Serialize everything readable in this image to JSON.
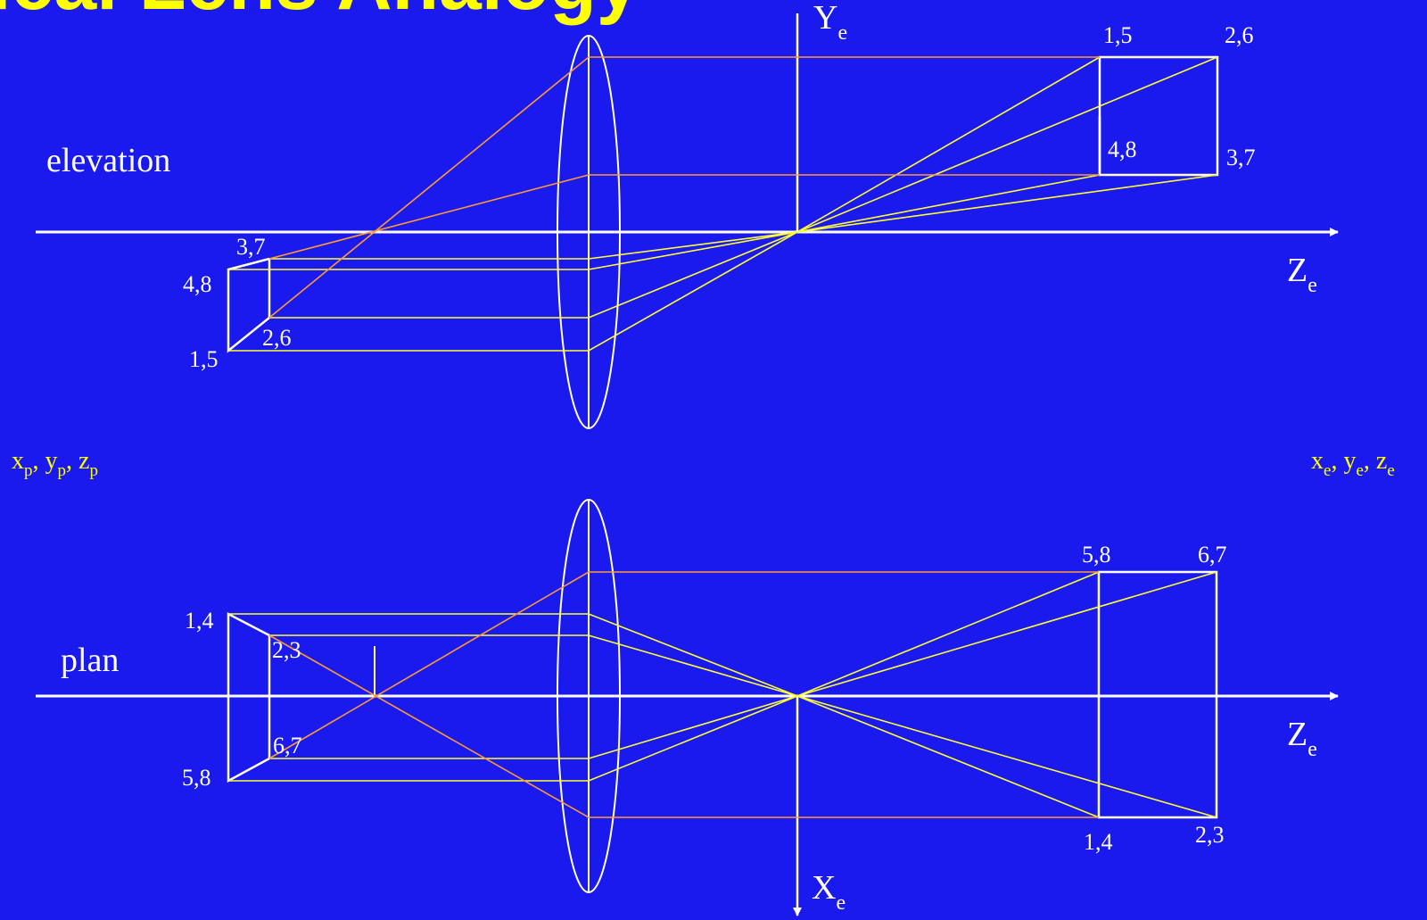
{
  "slide": {
    "title": "tical Lens Analogy",
    "background": "#1a1aef"
  },
  "colors": {
    "axis": "#ffffff",
    "ray_yellow": "#ffff33",
    "ray_orange": "#ff9933",
    "label_yellow": "#ffff00"
  },
  "diagram": {
    "elevation_label": "elevation",
    "plan_label": "plan",
    "axes": {
      "y_e": {
        "main": "Y",
        "sub": "e"
      },
      "x_e": {
        "main": "X",
        "sub": "e"
      },
      "z_e": {
        "main": "Z",
        "sub": "e"
      }
    },
    "coords_left": {
      "x": "x",
      "y": "y",
      "z": "z",
      "sub": "p",
      "sep": ", "
    },
    "coords_right": {
      "x": "x",
      "y": "y",
      "z": "z",
      "sub": "e",
      "sep": ", "
    },
    "elevation": {
      "obj_labels": [
        "3,7",
        "4,8",
        "2,6",
        "1,5"
      ],
      "img_labels": [
        "1,5",
        "2,6",
        "4,8",
        "3,7"
      ]
    },
    "plan": {
      "obj_labels": [
        "1,4",
        "2,3",
        "6,7",
        "5,8"
      ],
      "img_labels": [
        "5,8",
        "6,7",
        "1,4",
        "2,3"
      ]
    }
  }
}
